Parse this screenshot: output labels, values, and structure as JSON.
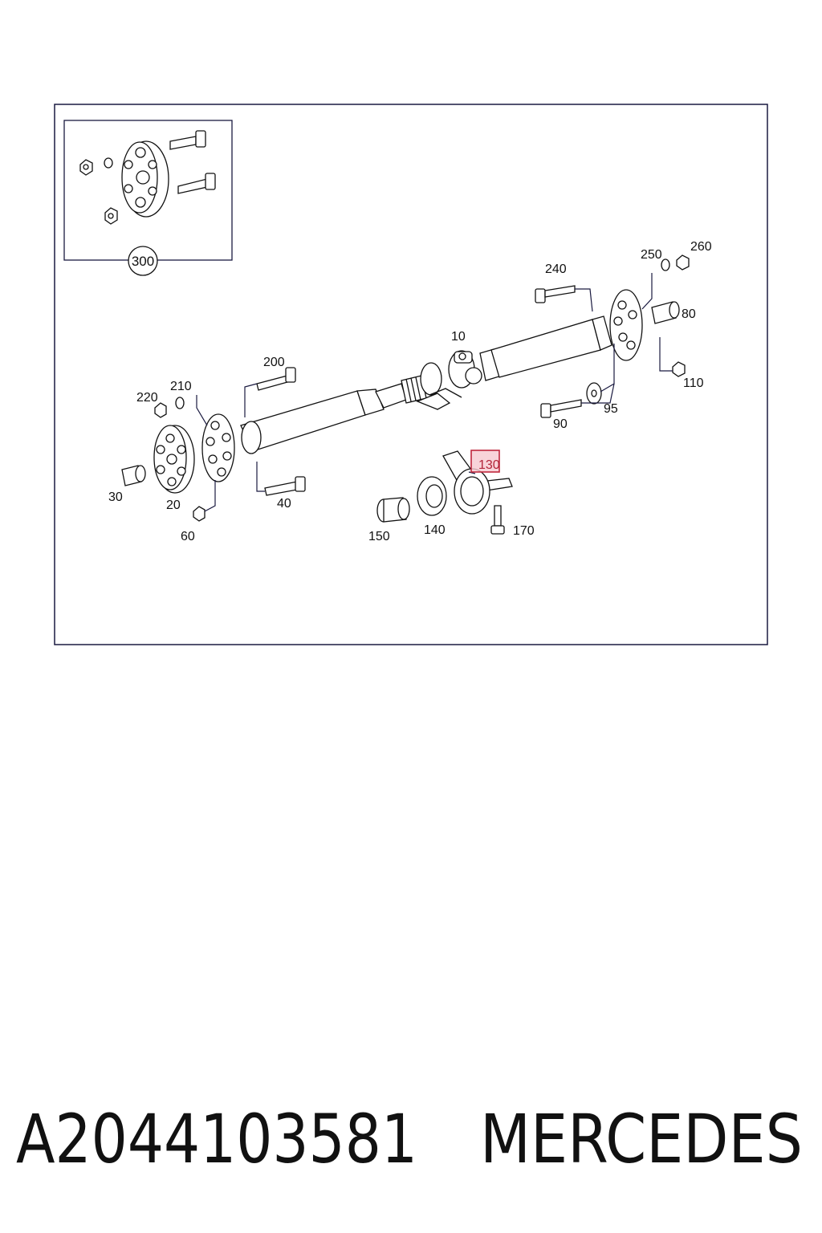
{
  "inset": {
    "label": "300"
  },
  "callouts": [
    {
      "id": "c10",
      "text": "10"
    },
    {
      "id": "c20",
      "text": "20"
    },
    {
      "id": "c30",
      "text": "30"
    },
    {
      "id": "c40",
      "text": "40"
    },
    {
      "id": "c60",
      "text": "60"
    },
    {
      "id": "c80",
      "text": "80"
    },
    {
      "id": "c90",
      "text": "90"
    },
    {
      "id": "c95",
      "text": "95"
    },
    {
      "id": "c110",
      "text": "110"
    },
    {
      "id": "c130",
      "text": "130",
      "highlighted": true
    },
    {
      "id": "c140",
      "text": "140"
    },
    {
      "id": "c150",
      "text": "150"
    },
    {
      "id": "c170",
      "text": "170"
    },
    {
      "id": "c200",
      "text": "200"
    },
    {
      "id": "c210",
      "text": "210"
    },
    {
      "id": "c220",
      "text": "220"
    },
    {
      "id": "c240",
      "text": "240"
    },
    {
      "id": "c250",
      "text": "250"
    },
    {
      "id": "c260",
      "text": "260"
    }
  ],
  "caption": {
    "part_number": "A2044103581",
    "brand": "MERCEDES"
  },
  "colors": {
    "frame": "#1a1a40",
    "highlight_fill": "#f6c9cf",
    "highlight_stroke": "#c0283d",
    "highlight_text": "#b3263a"
  }
}
